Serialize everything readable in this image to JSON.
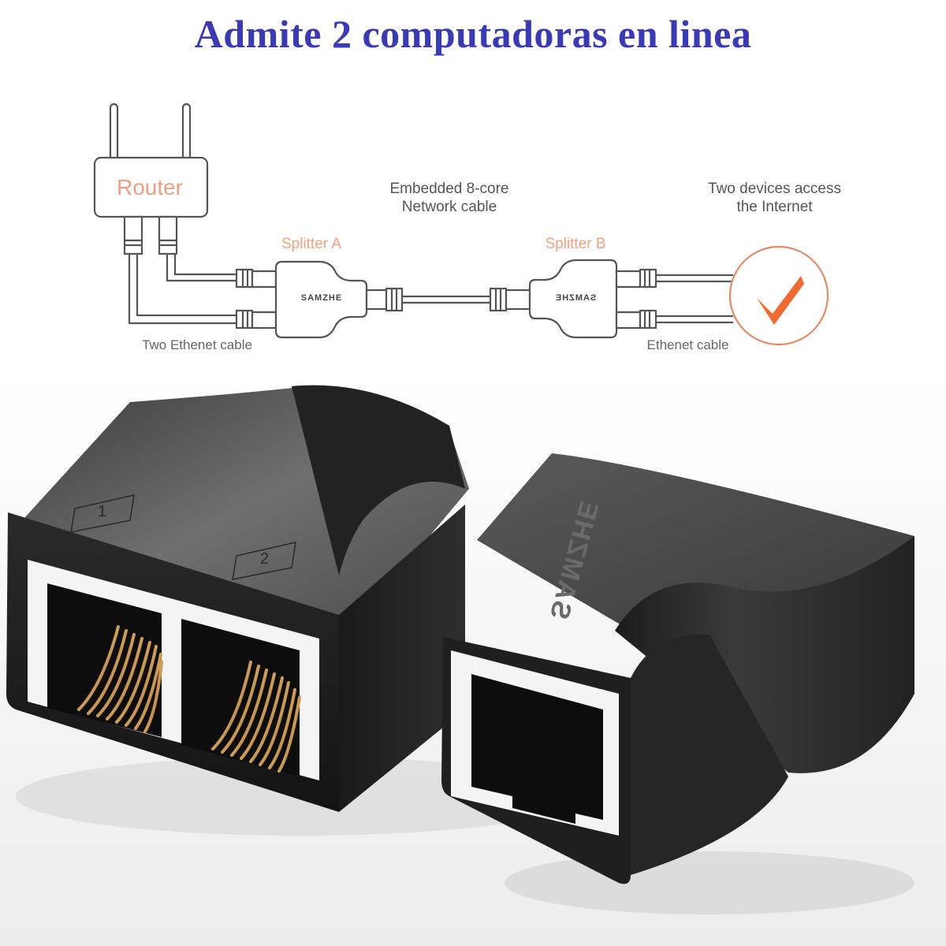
{
  "title": "Admite 2 computadoras en linea",
  "diagram": {
    "router_label": "Router",
    "cable_middle_label_line1": "Embedded 8-core",
    "cable_middle_label_line2": "Network cable",
    "result_label_line1": "Two devices access",
    "result_label_line2": "the Internet",
    "splitter_a_label": "Splitter A",
    "splitter_b_label": "Splitter B",
    "splitter_a_brand": "SAMZHE",
    "splitter_b_brand": "SAMZHE",
    "left_cable_label": "Two Ethenet cable",
    "right_cable_label": "Ethenet cable",
    "status_icon": "checkmark-icon"
  },
  "product": {
    "port_labels": [
      "1",
      "2"
    ],
    "brand": "SAMZHE"
  },
  "colors": {
    "title": "#3a3ab8",
    "accent_orange": "#f26a32",
    "label_orange": "#eda07e",
    "line_gray": "#555555",
    "body_black": "#1c1c1c"
  }
}
